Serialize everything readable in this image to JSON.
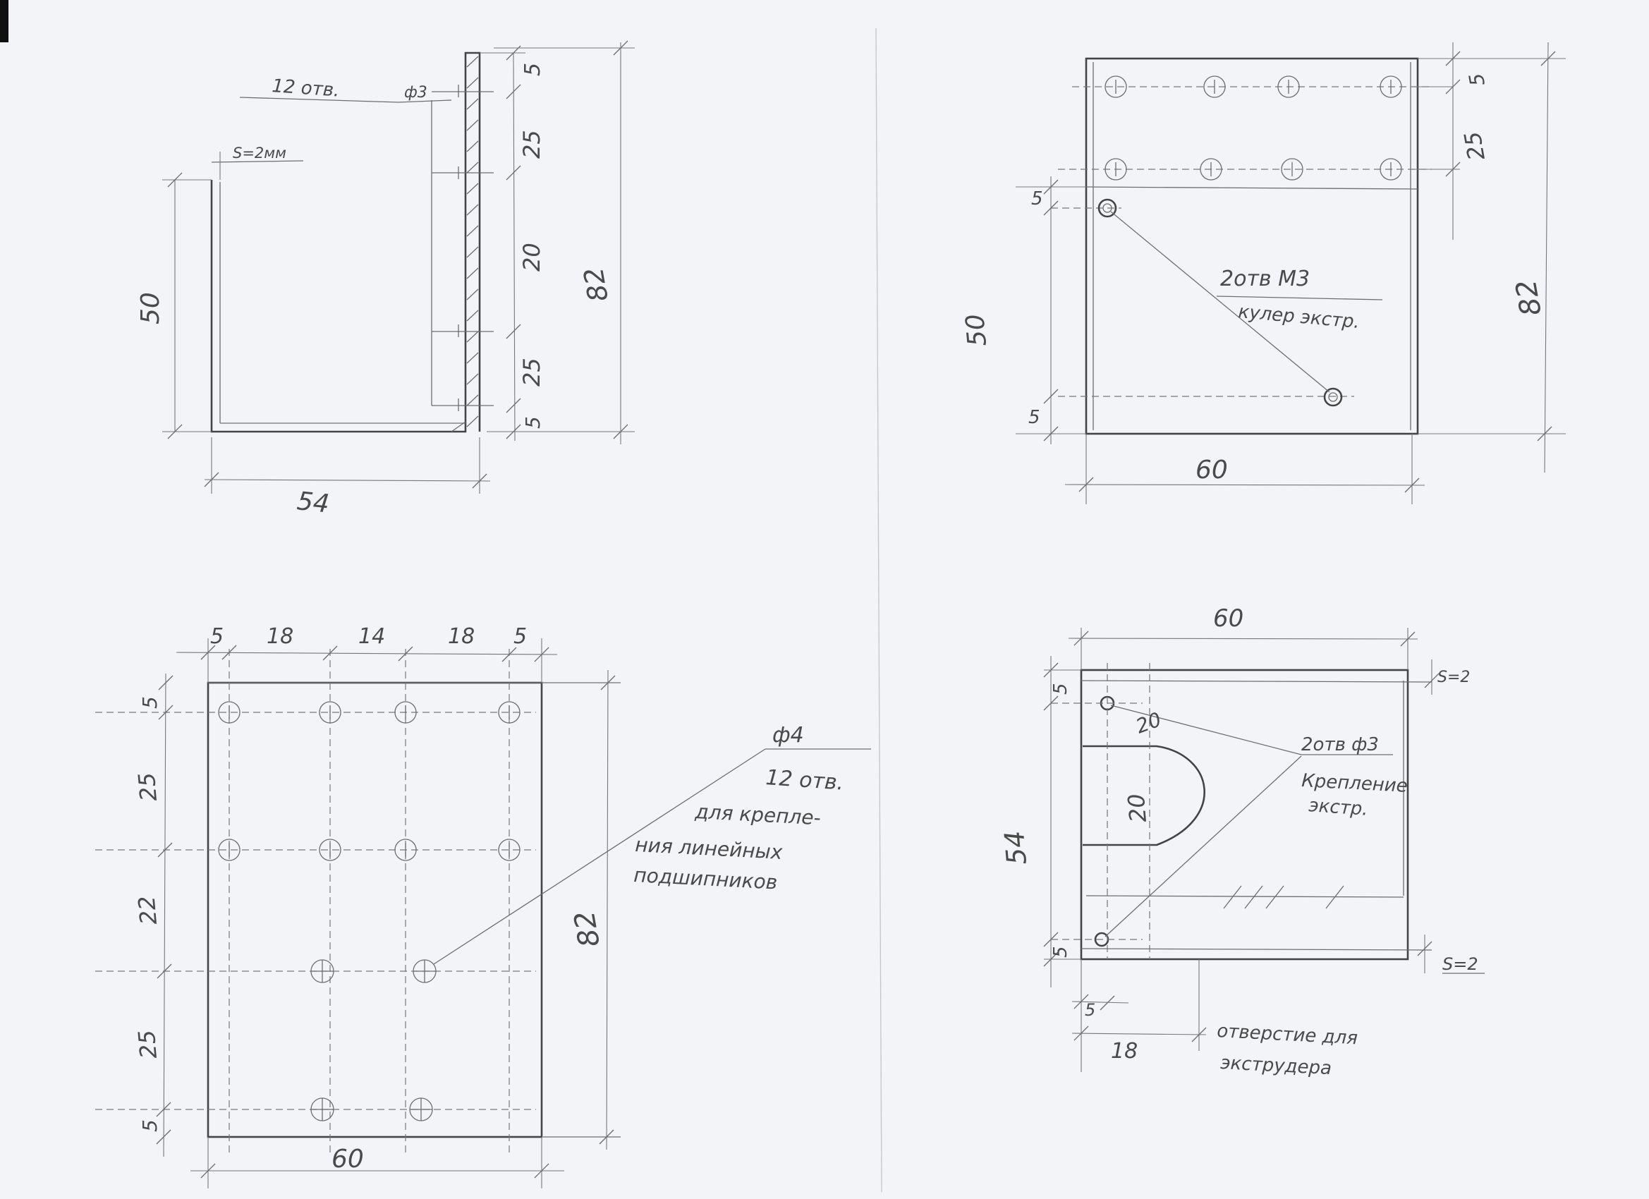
{
  "sheet": {
    "paper_color": "#f3f4f8",
    "pencil_color": "#444444"
  },
  "view_side": {
    "holes_note": "12 отв.",
    "hole_dia": "ф3",
    "thickness": "S=2мм",
    "dim_height_inner": "50",
    "dim_width": "54",
    "dim_total": "82",
    "dim_5_top": "5",
    "dim_25_top": "25",
    "dim_20": "20",
    "dim_25_bottom": "25",
    "dim_5_bottom": "5"
  },
  "view_top_right": {
    "cooler_holes": "2отв М3",
    "cooler_note": "кулер экстр.",
    "dim_5_right": "5",
    "dim_25_right": "25",
    "dim_82": "82",
    "dim_5_left_top": "5",
    "dim_50": "50",
    "dim_5_left_bottom": "5",
    "dim_60": "60"
  },
  "view_front_plate": {
    "dim_5_a": "5",
    "dim_18_a": "18",
    "dim_14": "14",
    "dim_18_b": "18",
    "dim_5_b": "5",
    "dim_5_top": "5",
    "dim_25_top": "25",
    "dim_22": "22",
    "dim_25_bottom": "25",
    "dim_5_bottom": "5",
    "dim_82": "82",
    "dim_60": "60",
    "hole_dia": "ф4",
    "holes_note": "12 отв.",
    "purpose_line1": "для крепле-",
    "purpose_line2": "ния линейных",
    "purpose_line3": "подшипников"
  },
  "view_extruder_plate": {
    "dim_60": "60",
    "dim_s2_top": "S=2",
    "dim_5_top": "5",
    "dim_20_diag": "20",
    "dim_20_cutout": "20",
    "holes_note": "2отв ф3",
    "mount_line1": "Крепление",
    "mount_line2": "экстр.",
    "dim_54": "54",
    "dim_5_bottom": "5",
    "dim_s2_bottom": "S=2",
    "dim_5_horizontal": "5",
    "dim_18": "18",
    "cutout_line1": "отверстие для",
    "cutout_line2": "экструдера"
  }
}
